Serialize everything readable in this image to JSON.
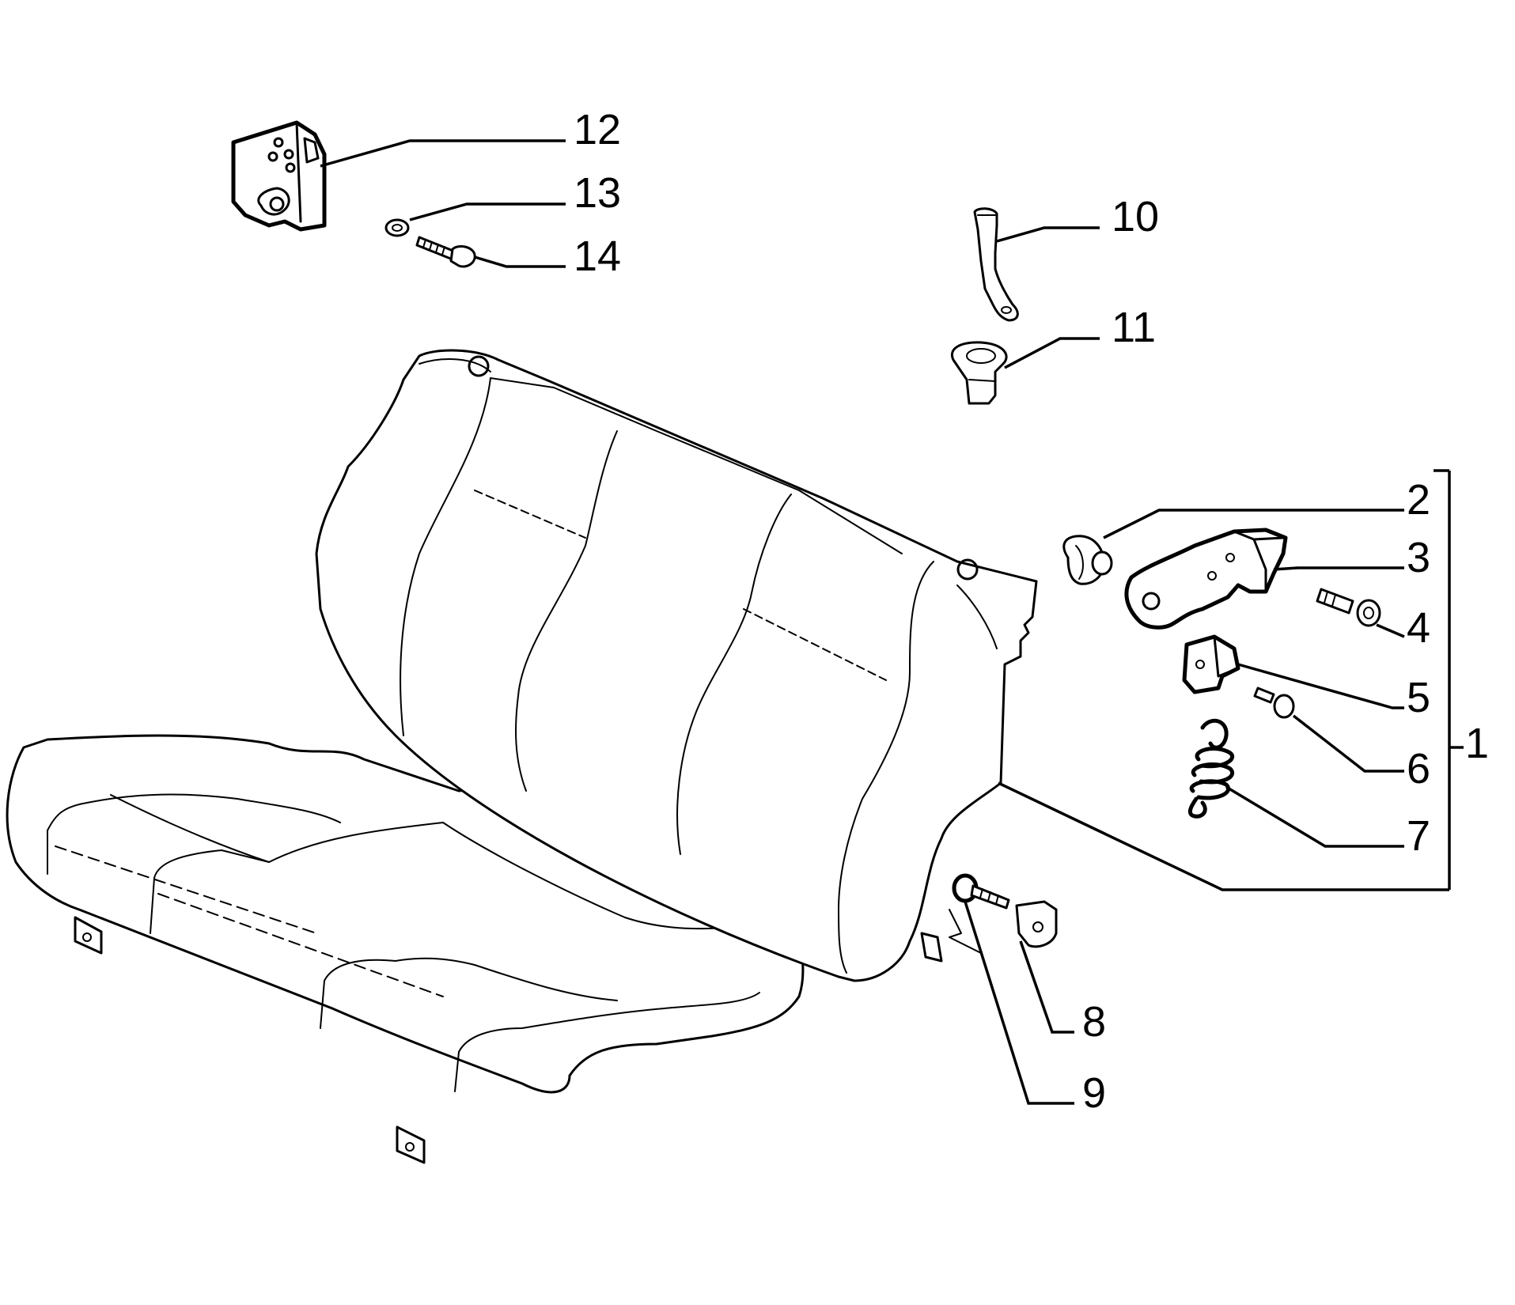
{
  "diagram": {
    "callouts": [
      {
        "id": "12",
        "label": "12"
      },
      {
        "id": "13",
        "label": "13"
      },
      {
        "id": "14",
        "label": "14"
      },
      {
        "id": "10",
        "label": "10"
      },
      {
        "id": "11",
        "label": "11"
      },
      {
        "id": "2",
        "label": "2"
      },
      {
        "id": "3",
        "label": "3"
      },
      {
        "id": "4",
        "label": "4"
      },
      {
        "id": "5",
        "label": "5"
      },
      {
        "id": "6",
        "label": "6"
      },
      {
        "id": "7",
        "label": "7"
      },
      {
        "id": "1",
        "label": "1"
      },
      {
        "id": "8",
        "label": "8"
      },
      {
        "id": "9",
        "label": "9"
      }
    ]
  }
}
